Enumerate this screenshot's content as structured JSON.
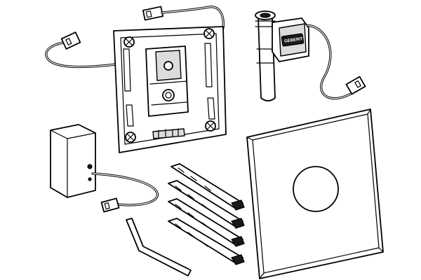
{
  "brand": {
    "logo_text": "GEBERIT"
  },
  "parts": [
    "mounting-frame",
    "solenoid-valve-unit",
    "power-supply-box",
    "cover-plate",
    "fixing-bolts",
    "hex-key"
  ],
  "colors": {
    "line": "#000000",
    "background": "#ffffff",
    "shade": "#dcdcdc"
  }
}
